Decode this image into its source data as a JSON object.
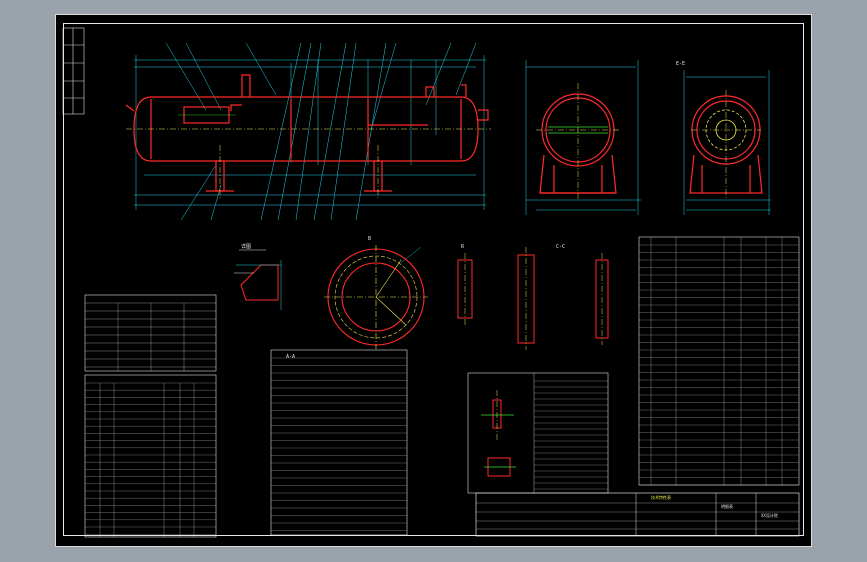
{
  "drawing": {
    "views": {
      "detail": "详图",
      "section_a": "A-A",
      "section_b": "B",
      "section_c": "C-C",
      "section_e": "E-E",
      "section_r": "R"
    },
    "title_block": {
      "title_left": "技术特性表",
      "title_right": "明细表",
      "company": "XX设计院"
    }
  },
  "colors": {
    "background": "#000000",
    "shell": "#ff2a2a",
    "dimension": "#22d3e6",
    "centerline": "#f2e94e",
    "text": "#e0e0e0",
    "accent": "#39e639"
  }
}
